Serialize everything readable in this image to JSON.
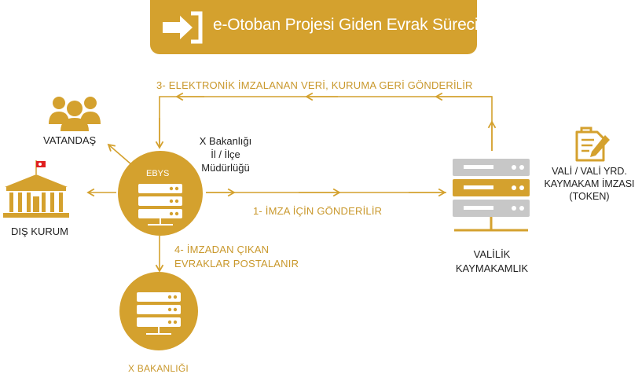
{
  "title": "e-Otoban Projesi Giden Evrak Süreci",
  "flows": {
    "step1": "1- İMZA İÇİN GÖNDERİLİR",
    "step3": "3- ELEKTRONİK İMZALANAN VERİ, KURUMA GERİ GÖNDERİLİR",
    "step4_line1": "4- İMZADAN ÇIKAN",
    "step4_line2": "EVRAKLAR POSTALANIR"
  },
  "nodes": {
    "vatandas": "VATANDAŞ",
    "dis_kurum": "DIŞ KURUM",
    "ebys": "EBYS",
    "ministry_line1": "X Bakanlığı",
    "ministry_line2": "İl / İlçe",
    "ministry_line3": "Müdürlüğü",
    "valilik_line1": "VALİLİK",
    "valilik_line2": "KAYMAKAMLIK",
    "signer_line1": "VALİ / VALİ YRD.",
    "signer_line2": "KAYMAKAM İMZASI",
    "signer_line3": "(TOKEN)",
    "x_bakanligi": "X BAKANLIĞI"
  },
  "colors": {
    "accent": "#d4a12e",
    "server_gray": "#c7c7c7",
    "text_dark": "#222222"
  }
}
